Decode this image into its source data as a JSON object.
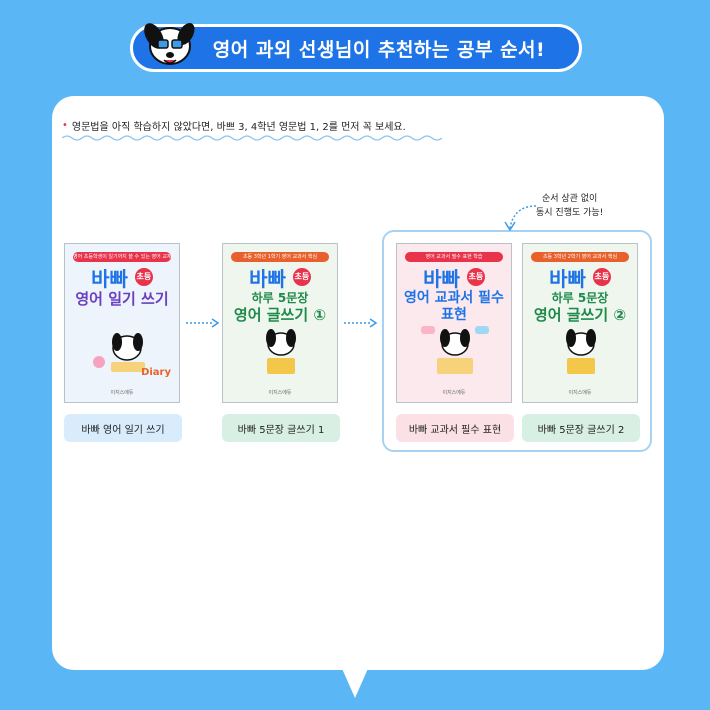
{
  "header": {
    "title": "영어 과외 선생님이 추천하는 공부 순서!"
  },
  "note": {
    "bullet": "•",
    "text": "영문법을 아직 학습하지 않았다면, 바쁘 3, 4학년 영문법 1, 2를 먼저 꼭 보세요."
  },
  "annotation": {
    "line1": "순서 상관 없이",
    "line2": "동시 진행도 가능!"
  },
  "books": [
    {
      "ribbon": "영어 초등학생이 일기까지 쓸 수 있는 영어 교재",
      "brand": "바빠",
      "tag": "초등",
      "subtitle": "",
      "title": "영어 일기 쓰기",
      "badge": "Diary",
      "publisher": "이지스에듀",
      "caption": "바빠 영어 일기 쓰기",
      "cover_color": "#eef4fb",
      "ribbon_color": "#e8334a",
      "caption_color": "#d9ecfb"
    },
    {
      "ribbon": "초등 3학년 1학기 영어 교과서 핵심",
      "brand": "바빠",
      "tag": "초등",
      "subtitle": "하루 5문장",
      "title": "영어 글쓰기 ①",
      "badge": "",
      "publisher": "이지스에듀",
      "caption": "바빠 5문장 글쓰기 1",
      "cover_color": "#eef6ee",
      "ribbon_color": "#e8612c",
      "caption_color": "#d8efe4"
    },
    {
      "ribbon": "영어 교과서 필수 표현 학습",
      "brand": "바빠",
      "tag": "초등",
      "subtitle": "",
      "title": "영어 교과서 필수 표현",
      "badge": "",
      "publisher": "이지스에듀",
      "caption": "바빠 교과서 필수 표현",
      "cover_color": "#fbe9ee",
      "ribbon_color": "#e8334a",
      "caption_color": "#fbe0e6"
    },
    {
      "ribbon": "초등 3학년 2학기 영어 교과서 핵심",
      "brand": "바빠",
      "tag": "초등",
      "subtitle": "하루 5문장",
      "title": "영어 글쓰기 ②",
      "badge": "",
      "publisher": "이지스에듀",
      "caption": "바빠 5문장 글쓰기 2",
      "cover_color": "#eef6ee",
      "ribbon_color": "#e8612c",
      "caption_color": "#d8efe4"
    }
  ],
  "colors": {
    "background": "#5ab6f5",
    "header_pill": "#1e74e6",
    "group_border": "#a7d2f3",
    "brand_blue": "#1e74e6",
    "title_purple": "#6a3fc1",
    "title_green": "#1e8a4a",
    "arrow_blue": "#3a9be8"
  },
  "icons": {
    "mascot": "dog-mascot-icon",
    "curved_arrow": "curved-arrow-icon",
    "dotted_arrow": "dotted-arrow-icon"
  }
}
